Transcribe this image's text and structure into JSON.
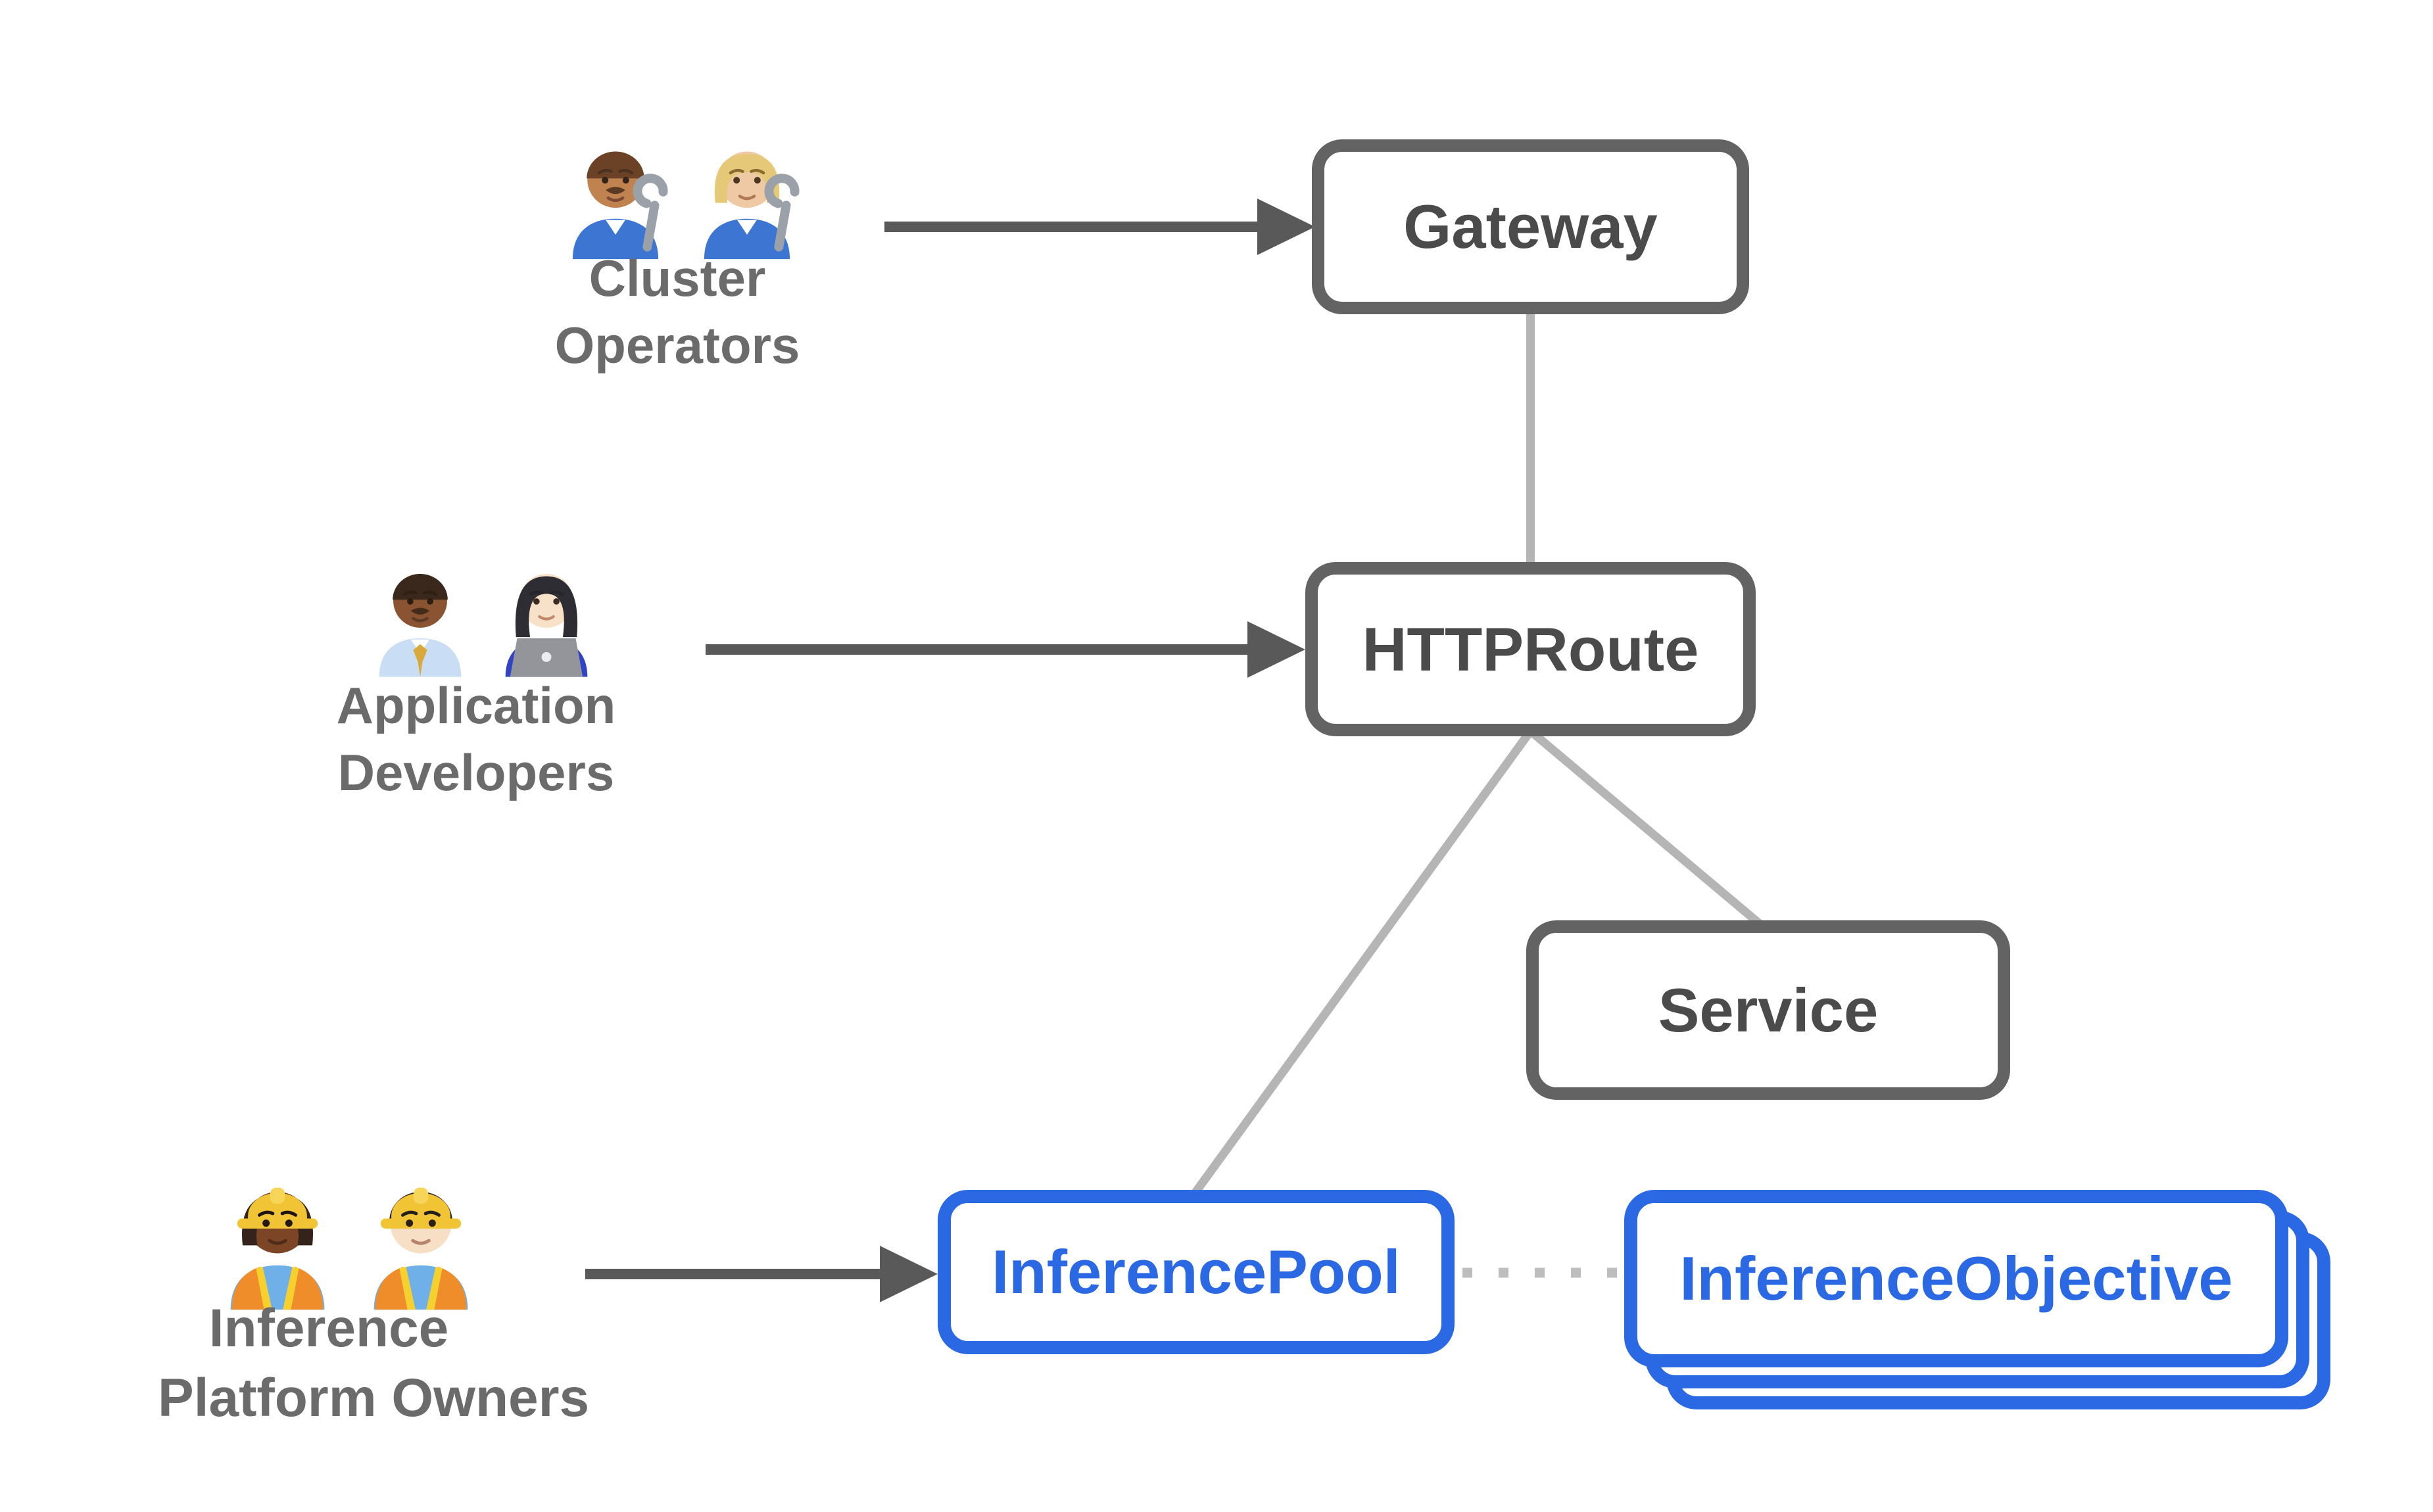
{
  "nodes": {
    "gateway": {
      "label": "Gateway"
    },
    "httproute": {
      "label": "HTTPRoute"
    },
    "service": {
      "label": "Service"
    },
    "inferencepool": {
      "label": "InferencePool"
    },
    "inferenceobjective": {
      "label": "InferenceObjective"
    }
  },
  "actors": {
    "cluster_operators": {
      "label_line1": "Cluster",
      "label_line2": "Operators",
      "icons": [
        "man-mechanic",
        "woman-mechanic"
      ]
    },
    "application_developers": {
      "label_line1": "Application",
      "label_line2": "Developers",
      "icons": [
        "man-office-worker",
        "woman-technologist"
      ]
    },
    "inference_platform_owners": {
      "label_line1": "Inference",
      "label_line2": "Platform Owners",
      "icons": [
        "woman-construction-worker",
        "man-construction-worker"
      ]
    }
  },
  "colors": {
    "box_border_gray": "#636363",
    "box_text_gray": "#4b4b4b",
    "accent_blue": "#2b69e4",
    "connector_light_gray": "#b5b5b5",
    "dotted_gray": "#bdbdbd",
    "arrow_dark_gray": "#595959",
    "actor_label_gray": "#6b6b6b"
  }
}
